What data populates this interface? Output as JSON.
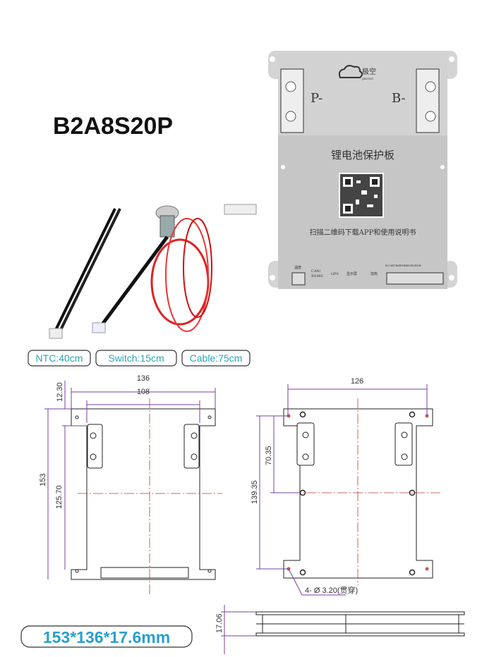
{
  "product": {
    "model": "B2A8S20P",
    "size_label": "153*136*17.6mm"
  },
  "board": {
    "brand_cn": "极空",
    "brand_en": "JIKONG",
    "terminal_left": "P-",
    "terminal_right": "B-",
    "heading_cn": "锂电池保护板",
    "scan_text_cn": "扫描二维码下载APP和使用说明书",
    "ports": [
      "温度",
      "CAN/",
      "RS485",
      "GPS",
      "显示屏",
      "加热"
    ],
    "balance_label": "B+8B7B6B5B4B3B2B1B-"
  },
  "accessories": [
    {
      "label": "NTC:40cm"
    },
    {
      "label": "Switch:15cm"
    },
    {
      "label": "Cable:75cm"
    }
  ],
  "drawing_front": {
    "width_outer": "136",
    "width_inner": "108",
    "top_offset": "12.30",
    "height_total": "153",
    "height_inner": "125.70"
  },
  "drawing_back": {
    "hole_span": "126",
    "half_height": "70.35",
    "hole_height": "139.35",
    "hole_note": "4- Ø 3.20(贯穿)"
  },
  "drawing_side": {
    "thickness": "17.06"
  },
  "colors": {
    "tag_text": "#2aa7b5",
    "size_text": "#2a9fd0",
    "dimension_line": "#7a3fa0",
    "center_line": "#c0392b",
    "board_grey": "#c9c9c9"
  }
}
